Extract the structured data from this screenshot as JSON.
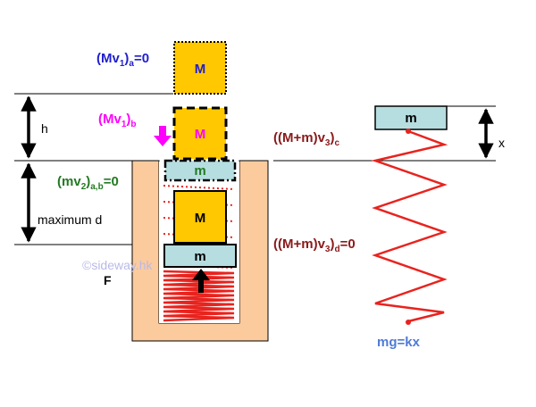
{
  "mass_big": "M",
  "mass_small": "m",
  "labels": {
    "height": "h",
    "max_depth": "maximum d",
    "force": "F",
    "extension": "x",
    "watermark": "©sideway.hk",
    "equilibrium": "mg=kx"
  },
  "momenta": {
    "a": {
      "prefix": "(Mv",
      "sub1": "1",
      "mid": ")",
      "sub2": "a",
      "suffix": "=0"
    },
    "b": {
      "prefix": "(Mv",
      "sub1": "1",
      "mid": ")",
      "sub2": "b",
      "suffix": ""
    },
    "ab": {
      "prefix": "(mv",
      "sub1": "2",
      "mid": ")",
      "sub2": "a,b",
      "suffix": "=0"
    },
    "c": {
      "prefix": "((M+m)v",
      "sub1": "3",
      "mid": ")",
      "sub2": "c",
      "suffix": ""
    },
    "d": {
      "prefix": "((M+m)v",
      "sub1": "3",
      "mid": ")",
      "sub2": "d",
      "suffix": "=0"
    }
  },
  "colors": {
    "blue": "#1f1fd0",
    "magenta": "#ff00ff",
    "green": "#237a23",
    "maroon": "#8b1a1a",
    "spring": "#e8231e",
    "block_big": "#ffc800",
    "block_small": "#b6dde0",
    "container": "#fbcb9e",
    "equilibrium": "#4f7bd8",
    "watermark": "#b9b9e8"
  }
}
